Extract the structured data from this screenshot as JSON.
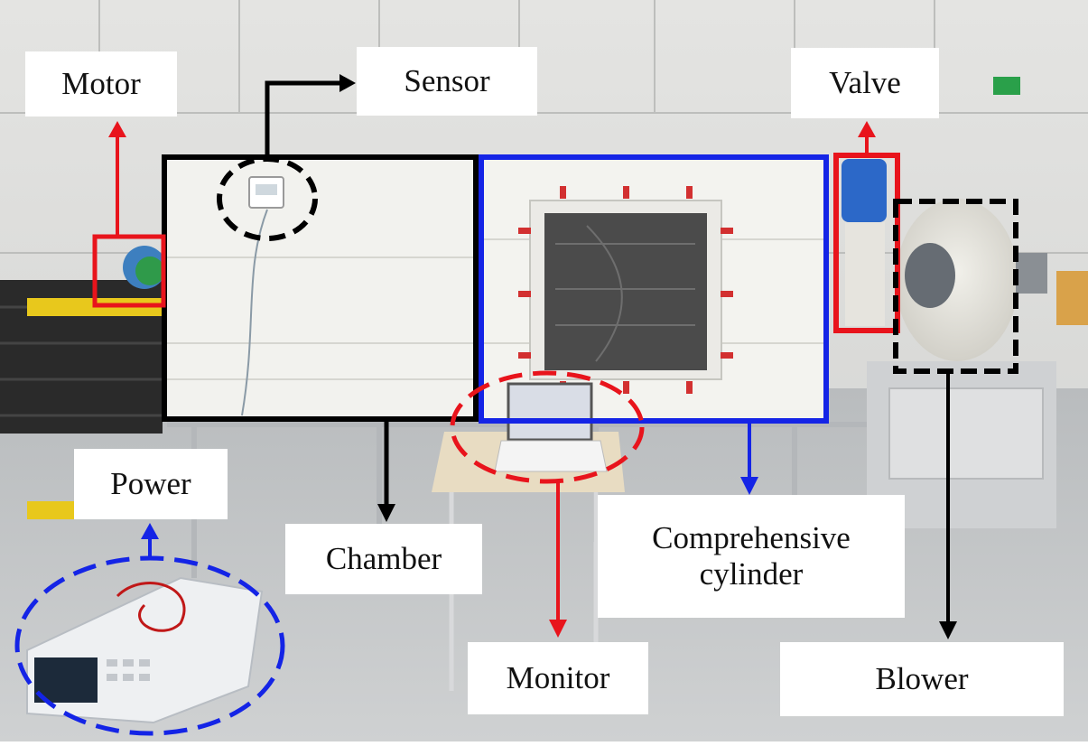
{
  "figure": {
    "labels": {
      "motor": "Motor",
      "sensor": "Sensor",
      "valve": "Valve",
      "power": "Power",
      "chamber": "Chamber",
      "cylinder_line1": "Comprehensive",
      "cylinder_line2": "cylinder",
      "monitor": "Monitor",
      "blower": "Blower"
    },
    "colors": {
      "red": "#e8141c",
      "blue": "#1424e6",
      "black": "#000000"
    }
  }
}
